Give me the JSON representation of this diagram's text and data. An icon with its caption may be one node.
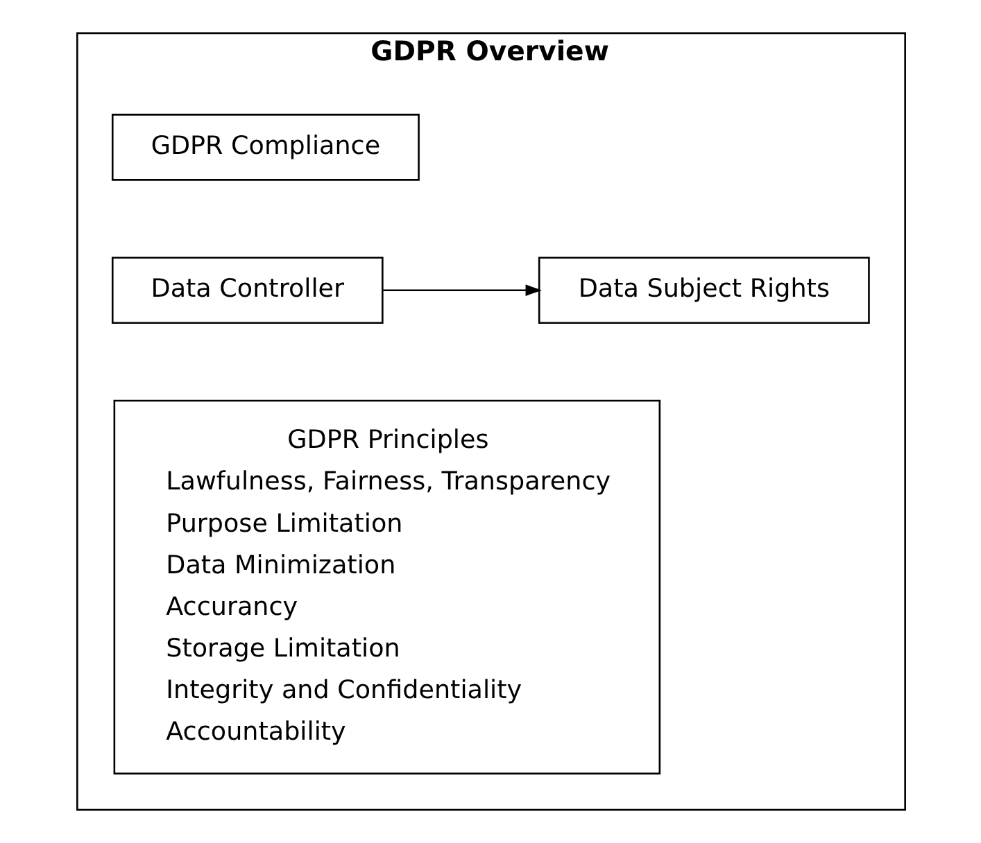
{
  "diagram": {
    "nodes": [
      {
        "text": [
          "GDPR Overview"
        ]
      },
      {
        "text": [
          "GDPR Compliance"
        ],
        "in": 0
      },
      {
        "text": [
          "Data Controller"
        ],
        "in": 0
      },
      {
        "text": [
          "Data Subject Rights"
        ],
        "in": 0
      },
      {
        "text": [
          "GDPR Principles",
          "Lawfulness, Fairness, Transparency",
          "Purpose Limitation",
          "Data Minimization",
          "Accurancy",
          "Storage Limitation",
          "Integrity and Confidentiality",
          "Accountability"
        ],
        "in": 0
      }
    ],
    "edges": [
      {
        "from": 2,
        "to": 3,
        "arrow": "to"
      }
    ]
  }
}
